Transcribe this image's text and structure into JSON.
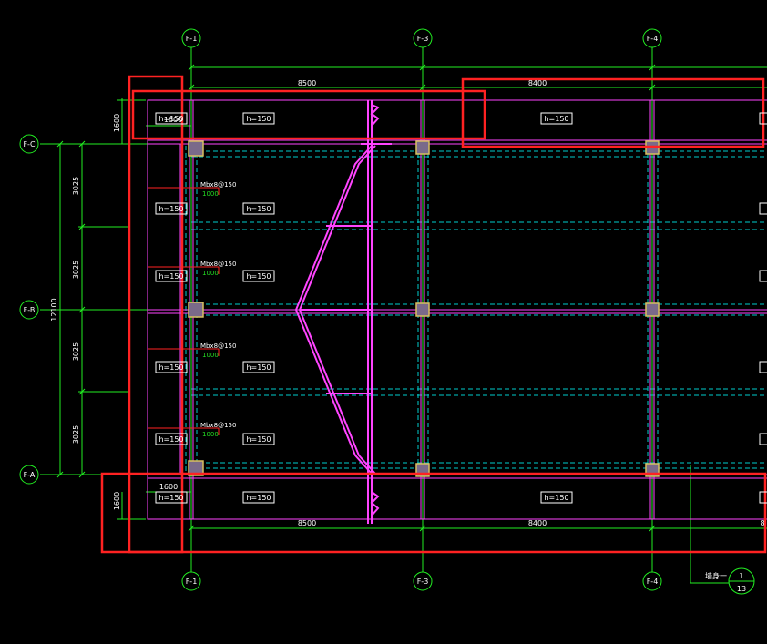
{
  "colors": {
    "background": "#000000",
    "grid": "#22ee22",
    "beam": "#ff44ff",
    "dashed": "#00cccc",
    "highlight": "#ff2222",
    "column": "#d8c060",
    "text": "#ffffff"
  },
  "axes": {
    "top": [
      "F-1",
      "F-3",
      "F-4"
    ],
    "bottom": [
      "F-1",
      "F-3",
      "F-4"
    ],
    "left": [
      "F-C",
      "F-B",
      "F-A"
    ]
  },
  "dimensions": {
    "top_spans": [
      "8500",
      "8400"
    ],
    "bottom_spans": [
      "8500",
      "8400",
      "8"
    ],
    "left_segments": [
      "3025",
      "3025",
      "3025",
      "3025"
    ],
    "left_total": "12100",
    "cantilever_top": "1600",
    "cantilever_bottom": "1600",
    "bottom_small": "1600"
  },
  "slab_labels": {
    "top_row": [
      "h=150",
      "h=150",
      "h=150"
    ],
    "left_column": [
      "h=150",
      "h=150",
      "h=150",
      "h=150"
    ],
    "mid_column": [
      "h=150",
      "h=150",
      "h=150",
      "h=150"
    ],
    "bottom_row": [
      "h=150",
      "h=150",
      "h=150"
    ]
  },
  "rebar_notes": {
    "label": "Mbx8@150",
    "length": "1000"
  },
  "section_marker": {
    "label": "墙身一",
    "number": "1",
    "sheet": "13"
  }
}
